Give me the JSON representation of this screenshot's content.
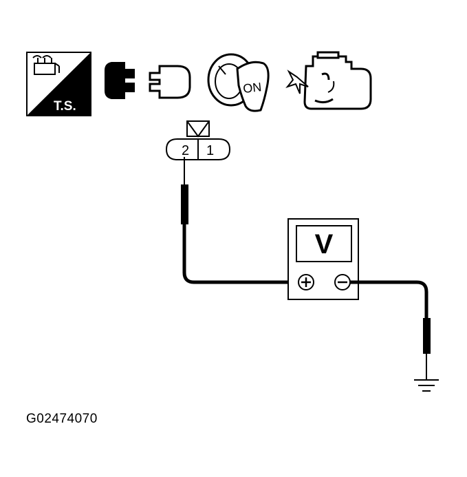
{
  "icons": {
    "ts_label": "T.S.",
    "key_label": "ON",
    "items": [
      "toolbox-ts-icon",
      "connector-disconnect-icon",
      "ignition-key-on-icon",
      "engine-icon"
    ]
  },
  "connector": {
    "pin_left": "2",
    "pin_right": "1"
  },
  "meter": {
    "label": "V",
    "plus": "+",
    "minus": "−"
  },
  "figure_id": "G02474070"
}
